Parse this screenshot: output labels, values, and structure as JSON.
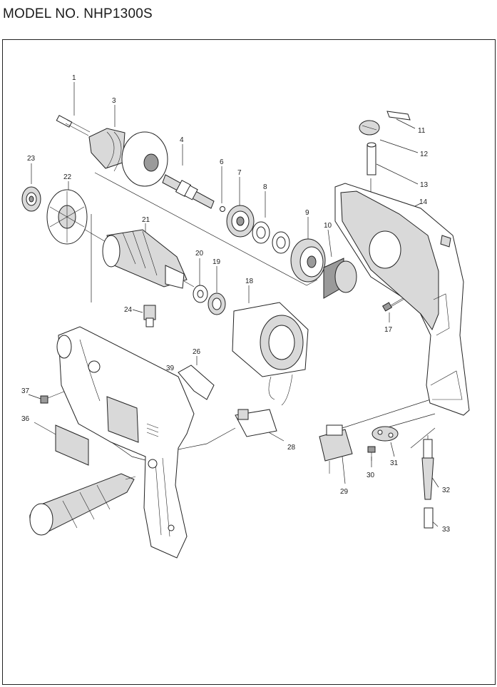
{
  "header": {
    "model_title": "MODEL NO. NHP1300S"
  },
  "diagram": {
    "parts": [
      {
        "id": "1",
        "label": "1"
      },
      {
        "id": "3",
        "label": "3"
      },
      {
        "id": "4",
        "label": "4"
      },
      {
        "id": "6",
        "label": "6"
      },
      {
        "id": "7",
        "label": "7"
      },
      {
        "id": "8",
        "label": "8"
      },
      {
        "id": "9",
        "label": "9"
      },
      {
        "id": "10",
        "label": "10"
      },
      {
        "id": "11",
        "label": "11"
      },
      {
        "id": "12",
        "label": "12"
      },
      {
        "id": "13",
        "label": "13"
      },
      {
        "id": "14",
        "label": "14"
      },
      {
        "id": "17",
        "label": "17"
      },
      {
        "id": "18",
        "label": "18"
      },
      {
        "id": "19",
        "label": "19"
      },
      {
        "id": "20",
        "label": "20"
      },
      {
        "id": "21",
        "label": "21"
      },
      {
        "id": "22",
        "label": "22"
      },
      {
        "id": "23",
        "label": "23"
      },
      {
        "id": "24",
        "label": "24"
      },
      {
        "id": "26",
        "label": "26"
      },
      {
        "id": "28",
        "label": "28"
      },
      {
        "id": "29",
        "label": "29"
      },
      {
        "id": "30",
        "label": "30"
      },
      {
        "id": "31",
        "label": "31"
      },
      {
        "id": "32",
        "label": "32"
      },
      {
        "id": "33",
        "label": "33"
      },
      {
        "id": "36",
        "label": "36"
      },
      {
        "id": "37",
        "label": "37"
      },
      {
        "id": "39",
        "label": "39"
      }
    ]
  }
}
